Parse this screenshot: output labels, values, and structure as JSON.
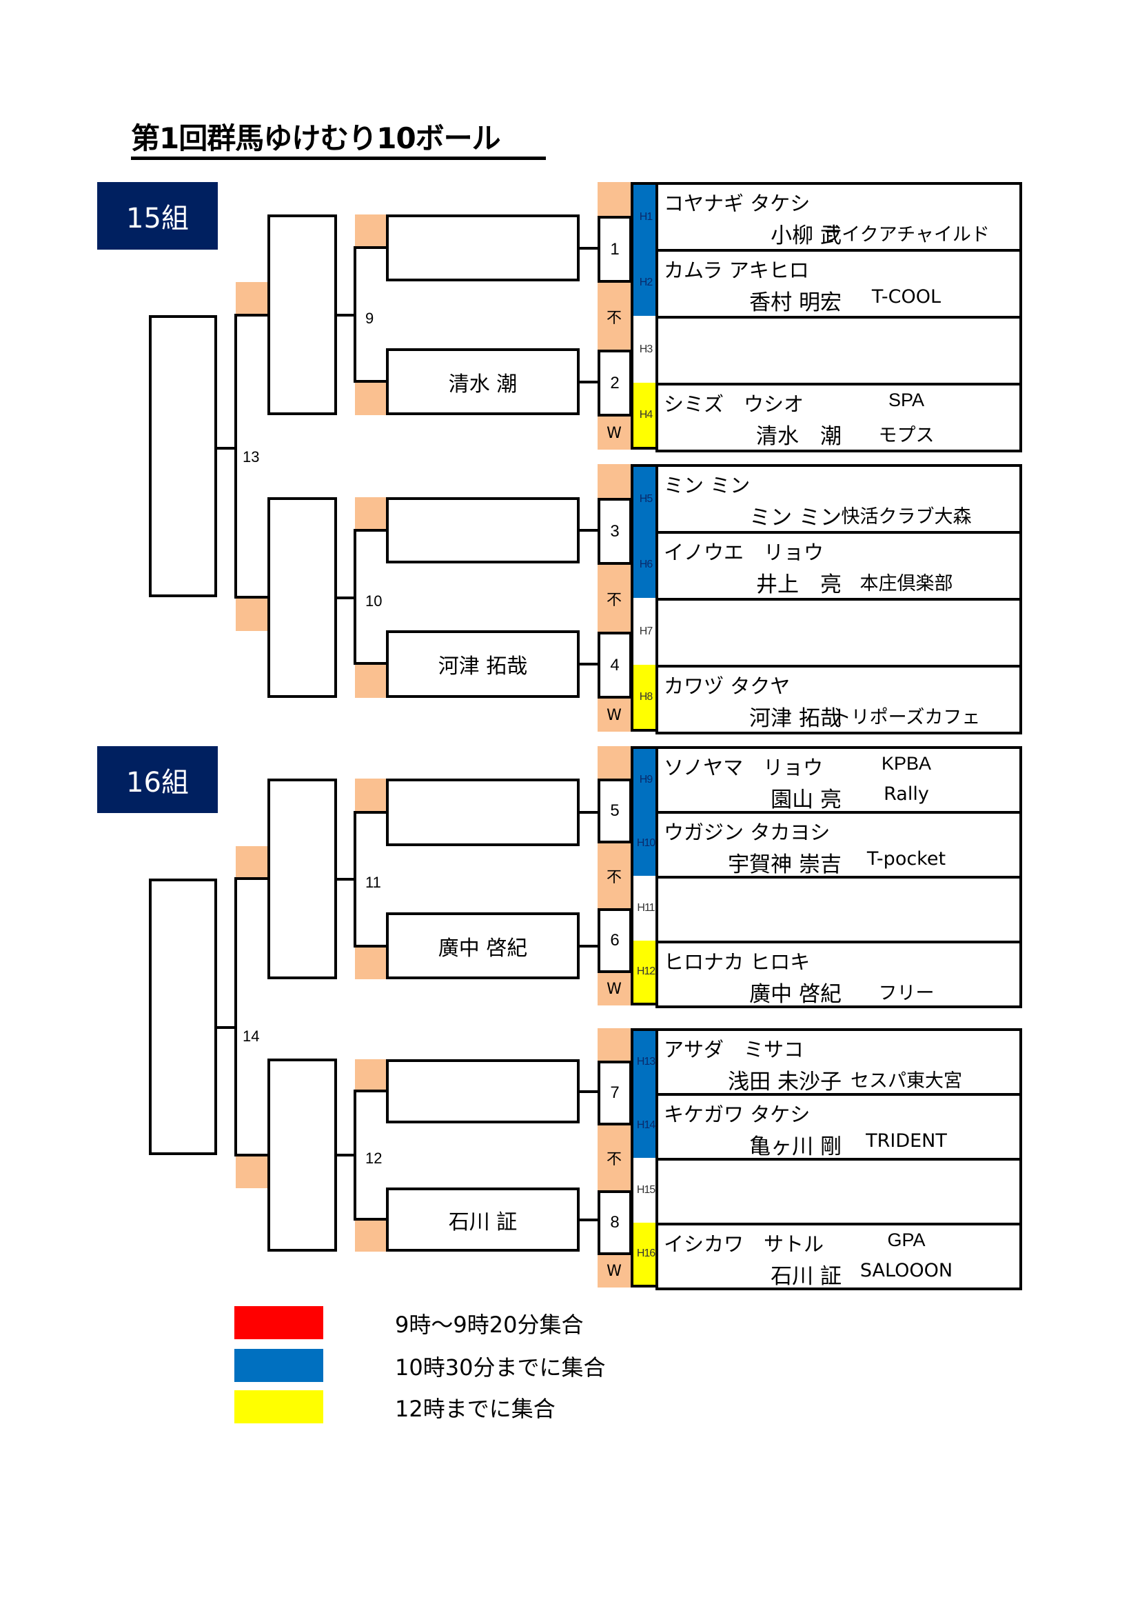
{
  "title": "第1回群馬ゆけむり10ボール",
  "colors": {
    "navy": "#002060",
    "peach": "#FAC090",
    "blue": "#0070C0",
    "yellow": "#FFFF00",
    "red": "#FF0000"
  },
  "groups": [
    {
      "label": "15組",
      "final_match": "13",
      "semi_matches": [
        "9",
        "10"
      ],
      "round1": [
        {
          "match": "1",
          "winner_name": ""
        },
        {
          "match": "2",
          "winner_name": "清水 潮"
        },
        {
          "match": "3",
          "winner_name": ""
        },
        {
          "match": "4",
          "winner_name": "河津 拓哉"
        }
      ],
      "side_marks": {
        "fusen": "不",
        "walkover": "W"
      },
      "entries": [
        {
          "slot": "H1",
          "color": "blue",
          "kana": "コヤナギ タケシ",
          "name": "小柳 武",
          "club_top": "",
          "club": "ライクアチャイルド"
        },
        {
          "slot": "H2",
          "color": "blue",
          "kana": "カムラ アキヒロ",
          "name": "香村 明宏",
          "club_top": "",
          "club": "T-COOL"
        },
        {
          "slot": "H3",
          "color": "none",
          "kana": "",
          "name": "",
          "club_top": "",
          "club": ""
        },
        {
          "slot": "H4",
          "color": "yellow",
          "kana": "シミズ　ウシオ",
          "name": "清水　潮",
          "club_top": "SPA",
          "club": "モプス"
        },
        {
          "slot": "H5",
          "color": "blue",
          "kana": "ミン ミン",
          "name": "ミン ミン",
          "club_top": "",
          "club": "快活クラブ大森"
        },
        {
          "slot": "H6",
          "color": "blue",
          "kana": "イノウエ　リョウ",
          "name": "井上　亮",
          "club_top": "",
          "club": "本庄倶楽部"
        },
        {
          "slot": "H7",
          "color": "none",
          "kana": "",
          "name": "",
          "club_top": "",
          "club": ""
        },
        {
          "slot": "H8",
          "color": "yellow",
          "kana": "カワヅ タクヤ",
          "name": "河津 拓哉",
          "club_top": "",
          "club": "トリポーズカフェ"
        }
      ]
    },
    {
      "label": "16組",
      "final_match": "14",
      "semi_matches": [
        "11",
        "12"
      ],
      "round1": [
        {
          "match": "5",
          "winner_name": ""
        },
        {
          "match": "6",
          "winner_name": "廣中 啓紀"
        },
        {
          "match": "7",
          "winner_name": ""
        },
        {
          "match": "8",
          "winner_name": "石川 証"
        }
      ],
      "side_marks": {
        "fusen": "不",
        "walkover": "W"
      },
      "entries": [
        {
          "slot": "H9",
          "color": "blue",
          "kana": "ソノヤマ　リョウ",
          "name": "園山 亮",
          "club_top": "KPBA",
          "club": "Rally"
        },
        {
          "slot": "H10",
          "color": "blue",
          "kana": "ウガジン タカヨシ",
          "name": "宇賀神 崇吉",
          "club_top": "",
          "club": "T-pocket"
        },
        {
          "slot": "H11",
          "color": "none",
          "kana": "",
          "name": "",
          "club_top": "",
          "club": ""
        },
        {
          "slot": "H12",
          "color": "yellow",
          "kana": "ヒロナカ ヒロキ",
          "name": "廣中 啓紀",
          "club_top": "",
          "club": "フリー"
        },
        {
          "slot": "H13",
          "color": "blue",
          "kana": "アサダ　ミサコ",
          "name": "浅田 未沙子",
          "club_top": "",
          "club": "セスパ東大宮"
        },
        {
          "slot": "H14",
          "color": "blue",
          "kana": "キケガワ タケシ",
          "name": "亀ヶ川 剛",
          "club_top": "",
          "club": "TRIDENT"
        },
        {
          "slot": "H15",
          "color": "none",
          "kana": "",
          "name": "",
          "club_top": "",
          "club": ""
        },
        {
          "slot": "H16",
          "color": "yellow",
          "kana": "イシカワ　サトル",
          "name": "石川 証",
          "club_top": "GPA",
          "club": "SALOOON"
        }
      ]
    }
  ],
  "legend": [
    {
      "color": "red",
      "text": "9時～9時20分集合"
    },
    {
      "color": "blue",
      "text": "10時30分までに集合"
    },
    {
      "color": "yellow",
      "text": "12時までに集合"
    }
  ]
}
